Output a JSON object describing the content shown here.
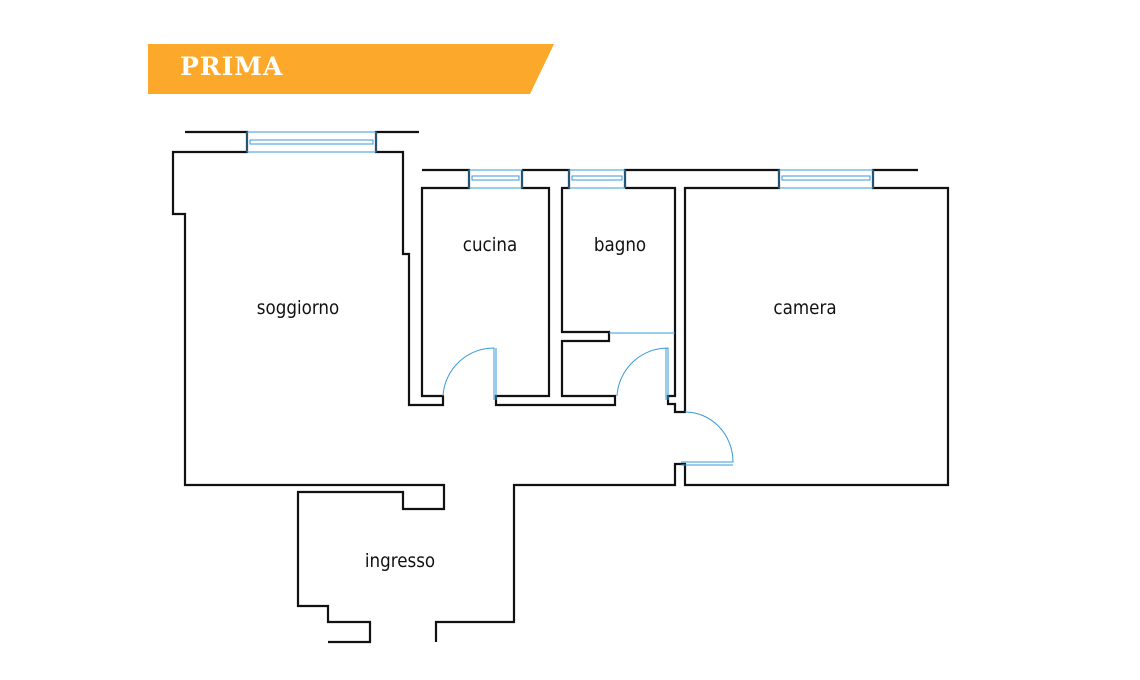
{
  "banner": {
    "title": "PRIMA",
    "color": "#fca82a"
  },
  "rooms": {
    "soggiorno": "soggiorno",
    "cucina": "cucina",
    "bagno": "bagno",
    "camera": "camera",
    "ingresso": "ingresso"
  },
  "colors": {
    "wall": "#111111",
    "opening": "#3a9ad9"
  }
}
